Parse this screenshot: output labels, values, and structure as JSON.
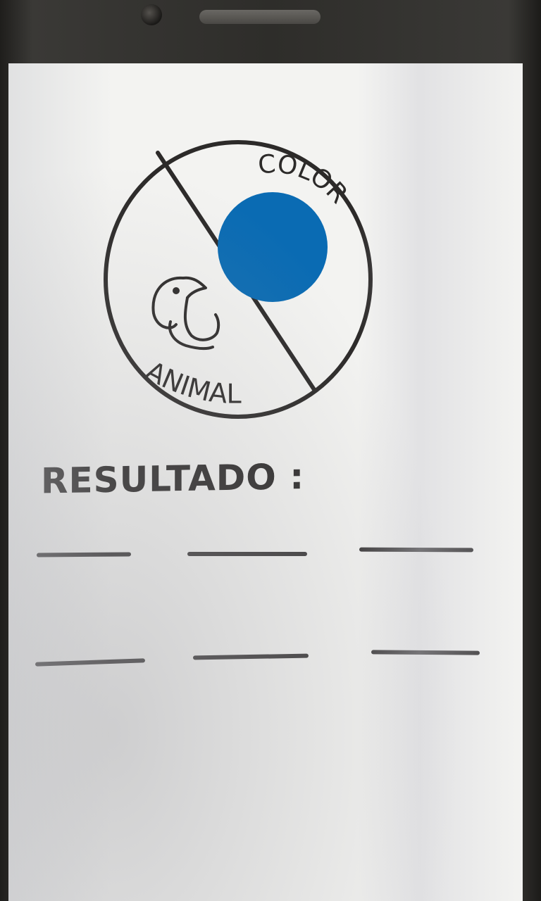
{
  "wheel": {
    "top_segment_label": "COLOR",
    "bottom_segment_label": "ANIMAL",
    "color_dot": "#0a6bb3",
    "animal_icon": "duck-icon"
  },
  "result": {
    "label": "RESULTADO :",
    "blank_rows": 2,
    "blanks_per_row": 3
  },
  "colors": {
    "ink": "#2c2a29",
    "screen": "#f3f3f1",
    "accent_blue": "#0a6bb3"
  }
}
